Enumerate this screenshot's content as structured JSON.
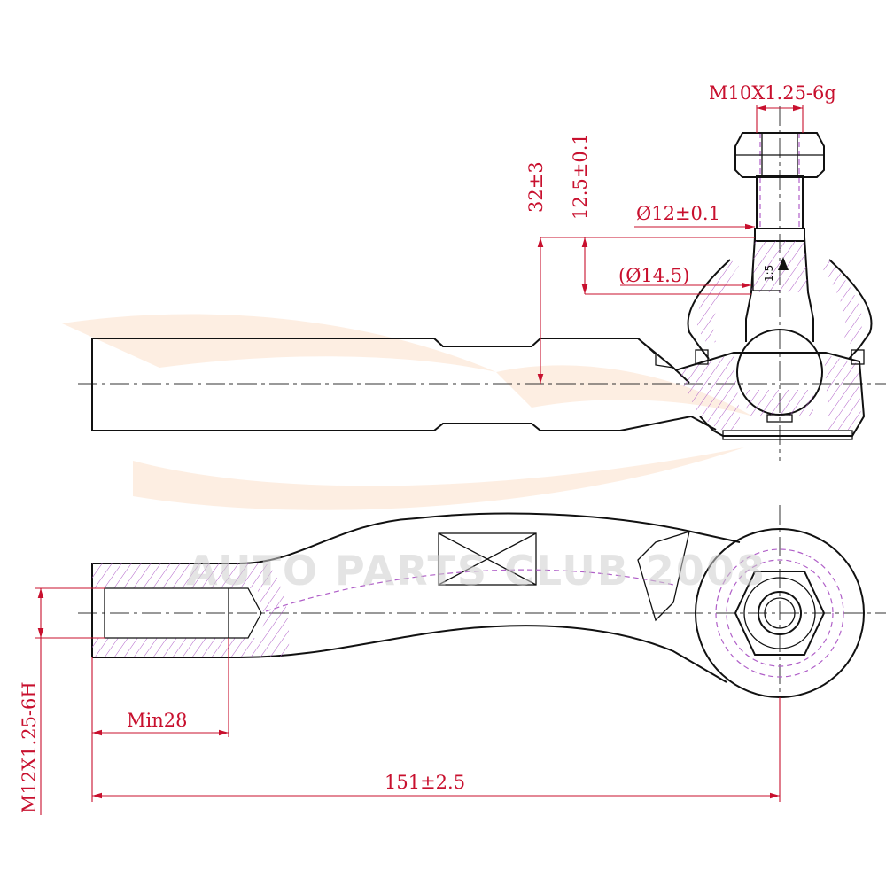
{
  "watermark": "AUTO PARTS CLUB 2008",
  "dimensions": {
    "stud_thread": "M10X1.25-6g",
    "height_total": "32±3",
    "height_taper": "12.5±0.1",
    "taper_small_dia": "Ø12±0.1",
    "taper_large_dia": "(Ø14.5)",
    "taper_ratio": "1:5",
    "inner_thread": "M12X1.25-6H",
    "min_engagement": "Min28",
    "overall_length": "151±2.5"
  },
  "colors": {
    "dimension": "#c8102e",
    "hatch": "#b05fc8",
    "outline": "#111111",
    "watermark": "#cfcfcf"
  }
}
